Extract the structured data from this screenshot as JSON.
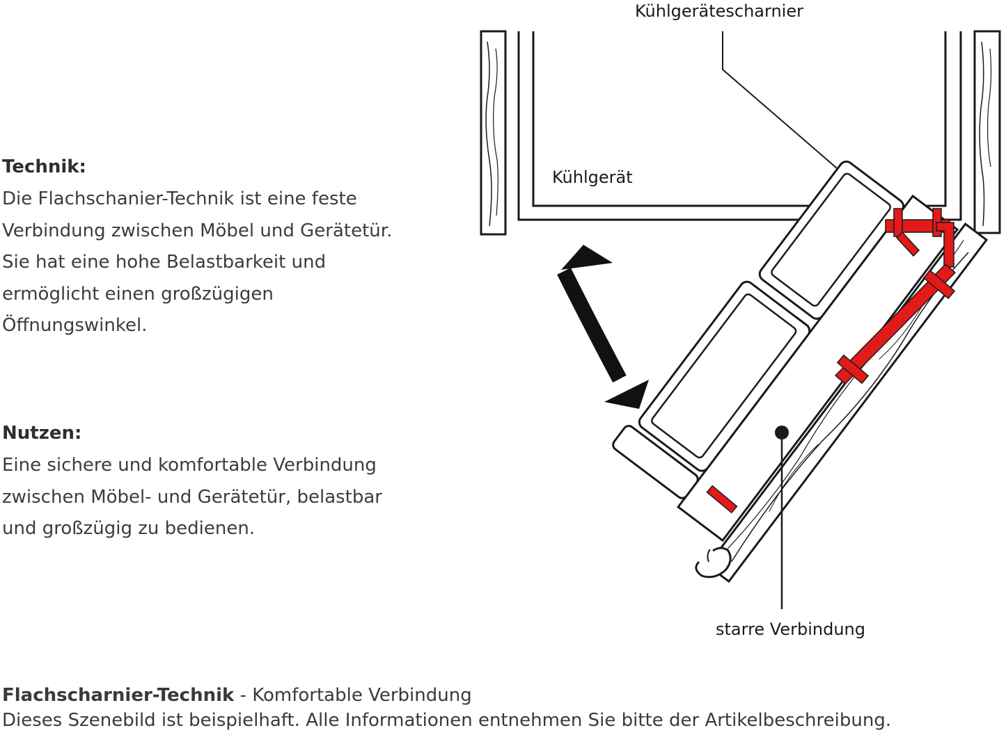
{
  "technik": {
    "heading": "Technik:",
    "lines": [
      "Die Flachschanier-Technik ist eine feste",
      "Verbindung zwischen Möbel und Gerätetür.",
      "Sie hat eine hohe Belastbarkeit und",
      "ermöglicht einen großzügigen",
      "Öffnungswinkel."
    ]
  },
  "nutzen": {
    "heading": "Nutzen:",
    "lines": [
      "Eine sichere und komfortable Verbindung",
      "zwischen Möbel- und Gerätetür, belastbar",
      "und großzügig zu bedienen."
    ]
  },
  "diagram": {
    "label_hinge": "Kühlgerätescharnier",
    "label_appliance": "Kühlgerät",
    "label_connection": "starre Verbindung",
    "colors": {
      "hinge": "#e21a1a",
      "line": "#1a1a1a",
      "wood": "#ffffff"
    }
  },
  "footer": {
    "title": "Flachscharnier-Technik",
    "separator": " - ",
    "subtitle": "Komfortable Verbindung",
    "note": "Dieses Szenebild ist beispielhaft. Alle Informationen entnehmen Sie bitte der Artikelbeschreibung."
  }
}
